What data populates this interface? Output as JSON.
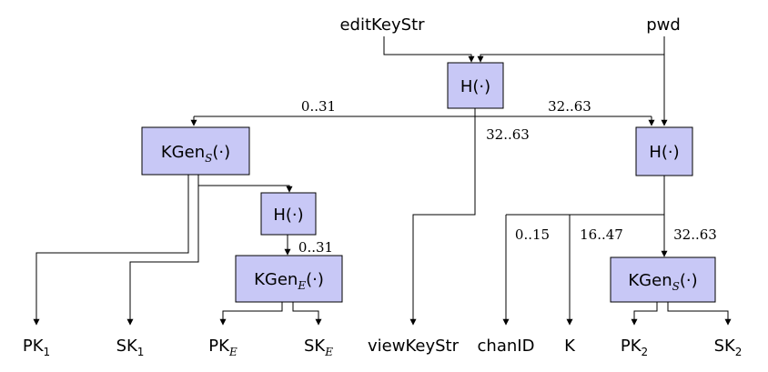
{
  "inputs": {
    "edit_key_str": "editKeyStr",
    "pwd": "pwd"
  },
  "boxes": {
    "hash_top": "H(·)",
    "hash_right": "H(·)",
    "hash_mid": "H(·)",
    "kgen_s_left_base": "KGen",
    "kgen_s_left_sub": "S",
    "kgen_s_left_args": "(·)",
    "kgen_e_base": "KGen",
    "kgen_e_sub": "E",
    "kgen_e_args": "(·)",
    "kgen_s_right_base": "KGen",
    "kgen_s_right_sub": "S",
    "kgen_s_right_args": "(·)"
  },
  "ranges": {
    "r_0_31_top": "0..31",
    "r_32_63_top": "32..63",
    "r_32_63_view": "32..63",
    "r_0_31_mid": "0..31",
    "r_0_15": "0..15",
    "r_16_47": "16..47",
    "r_32_63_right": "32..63"
  },
  "outputs": {
    "pk1_base": "PK",
    "pk1_sub": "1",
    "sk1_base": "SK",
    "sk1_sub": "1",
    "pke_base": "PK",
    "pke_sub": "E",
    "ske_base": "SK",
    "ske_sub": "E",
    "view_key_str": "viewKeyStr",
    "chan_id": "chanID",
    "k": "K",
    "pk2_base": "PK",
    "pk2_sub": "2",
    "sk2_base": "SK",
    "sk2_sub": "2"
  }
}
